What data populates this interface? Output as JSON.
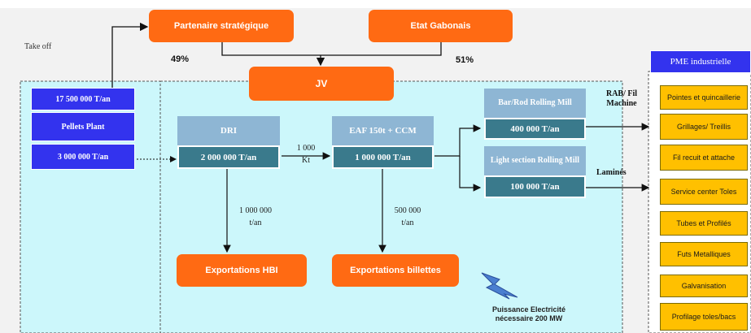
{
  "nodes": {
    "partenaire": "Partenaire stratégique",
    "etat": "Etat Gabonais",
    "jv": "JV",
    "take_off": "Take off",
    "pct_partenaire": "49%",
    "pct_etat": "51%",
    "pellets_capacity": "17 500 000 T/an",
    "pellets_plant": "Pellets Plant",
    "pellets_output": "3 000 000 T/an",
    "dri": "DRI",
    "dri_output": "2 000 000 T/an",
    "eaf": "EAF 150t + CCM",
    "eaf_output": "1 000 000 T/an",
    "rod_mill": "Bar/Rod Rolling Mill",
    "rod_output": "400 000 T/an",
    "light_mill": "Light section Rolling Mill",
    "light_output": "100 000 T/an",
    "flow_dri_eaf_qty": "1 000",
    "flow_dri_eaf_unit": "Kt",
    "export_hbi_qty": "1 000 000",
    "export_hbi_unit": "t/an",
    "export_billet_qty": "500 000",
    "export_billet_unit": "t/an",
    "export_hbi": "Exportations HBI",
    "export_billettes": "Exportations  billettes",
    "rab_label": "RAB/ Fil Machine",
    "lamines_label": "Laminés",
    "power_label": "Puissance Electricité nécessaire 200 MW",
    "pme_header": "PME industrielle"
  },
  "pme_items": [
    "Pointes et quincaillerie",
    "Grillages/ Treillis",
    "Fil recuit et attache",
    "Service center Toles",
    "Tubes et Profilés",
    "Futs Metalliques",
    "Galvanisation",
    "Profilage toles/bacs"
  ],
  "colors": {
    "orange": "#ff6a13",
    "blue": "#3333ee",
    "light_blue": "#8eb6d4",
    "dark_teal": "#3a7a8c",
    "yellow": "#ffc000",
    "cyan_bg": "#ccf7fb"
  },
  "icons": {
    "lightning": "lightning-icon"
  }
}
